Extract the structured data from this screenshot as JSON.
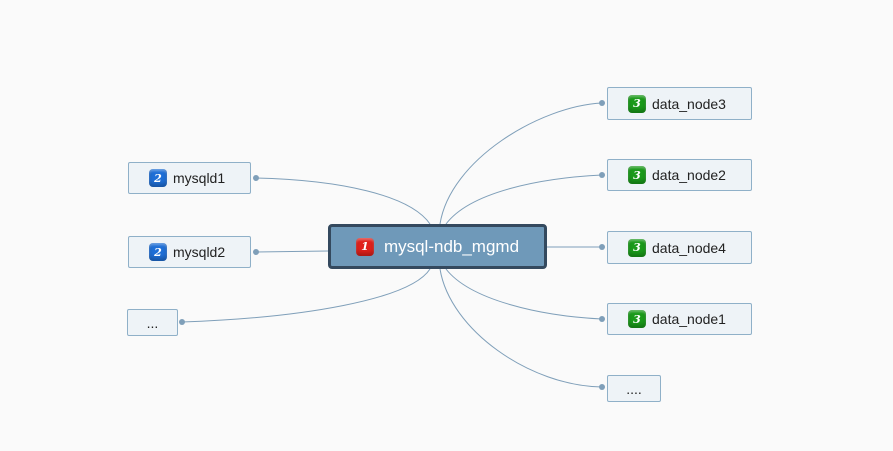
{
  "diagram": {
    "root": {
      "label": "mysql-ndb_mgmd",
      "priority": "1",
      "badge_color": "#e0201b"
    },
    "left_children": [
      {
        "label": "mysqld1",
        "priority": "2",
        "badge_color": "#1f6fd6"
      },
      {
        "label": "mysqld2",
        "priority": "2",
        "badge_color": "#1f6fd6"
      },
      {
        "label": "..."
      }
    ],
    "right_children": [
      {
        "label": "data_node3",
        "priority": "3",
        "badge_color": "#1a9a1a"
      },
      {
        "label": "data_node2",
        "priority": "3",
        "badge_color": "#1a9a1a"
      },
      {
        "label": "data_node4",
        "priority": "3",
        "badge_color": "#1a9a1a"
      },
      {
        "label": "data_node1",
        "priority": "3",
        "badge_color": "#1a9a1a"
      },
      {
        "label": "...."
      }
    ],
    "colors": {
      "background": "#fafafa",
      "connector": "#7f9fb9",
      "root_fill": "#6f99b9",
      "root_border": "#34495e",
      "node_fill": "#eef3f7",
      "node_border": "#8fb0c8"
    }
  }
}
